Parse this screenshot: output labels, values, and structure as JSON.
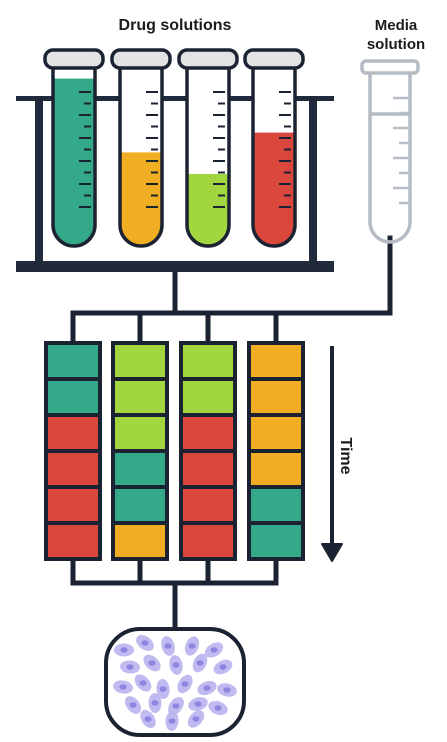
{
  "labels": {
    "drug_solutions": "Drug solutions",
    "media_line1": "Media",
    "media_line2": "solution",
    "time": "Time"
  },
  "colors": {
    "outline": "#1b2333",
    "rack": "#202a3b",
    "green": "#34a98a",
    "yellow": "#f2ae22",
    "lime": "#a2d63f",
    "red": "#d9483a",
    "media_tube": "#b6bcc3",
    "cap": "#e3e3e3",
    "cell": "#b9b3ee",
    "nucleus": "#8c86e0"
  },
  "drug_tubes": [
    {
      "name": "green",
      "fill_level": 0.93
    },
    {
      "name": "yellow",
      "fill_level": 0.52
    },
    {
      "name": "lime",
      "fill_level": 0.4
    },
    {
      "name": "red",
      "fill_level": 0.63
    }
  ],
  "channels": [
    [
      "green",
      "green",
      "red",
      "red",
      "red",
      "red"
    ],
    [
      "lime",
      "lime",
      "lime",
      "green",
      "green",
      "yellow"
    ],
    [
      "lime",
      "lime",
      "red",
      "red",
      "red",
      "red"
    ],
    [
      "yellow",
      "yellow",
      "yellow",
      "yellow",
      "green",
      "green"
    ]
  ]
}
